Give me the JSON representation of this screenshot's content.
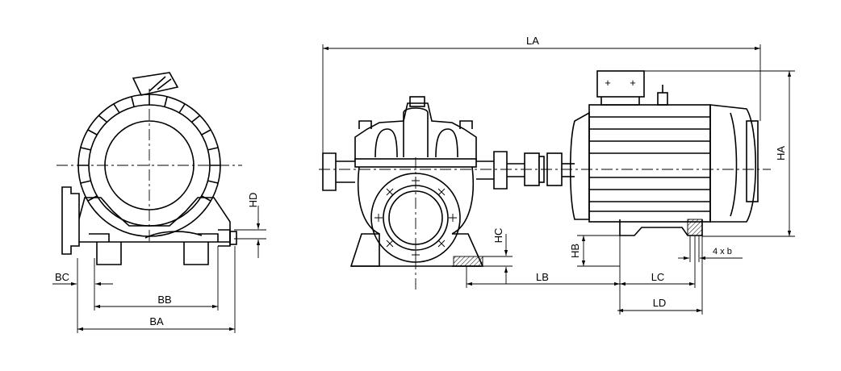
{
  "labels": {
    "la": "LA",
    "ha": "HA",
    "hb": "HB",
    "hc": "HC",
    "hd": "HD",
    "lb": "LB",
    "lc": "LC",
    "ld": "LD",
    "ba": "BA",
    "bb": "BB",
    "bc": "BC",
    "bolt": "4 x b"
  },
  "motor_terminal_marks": [
    "+",
    "+"
  ]
}
